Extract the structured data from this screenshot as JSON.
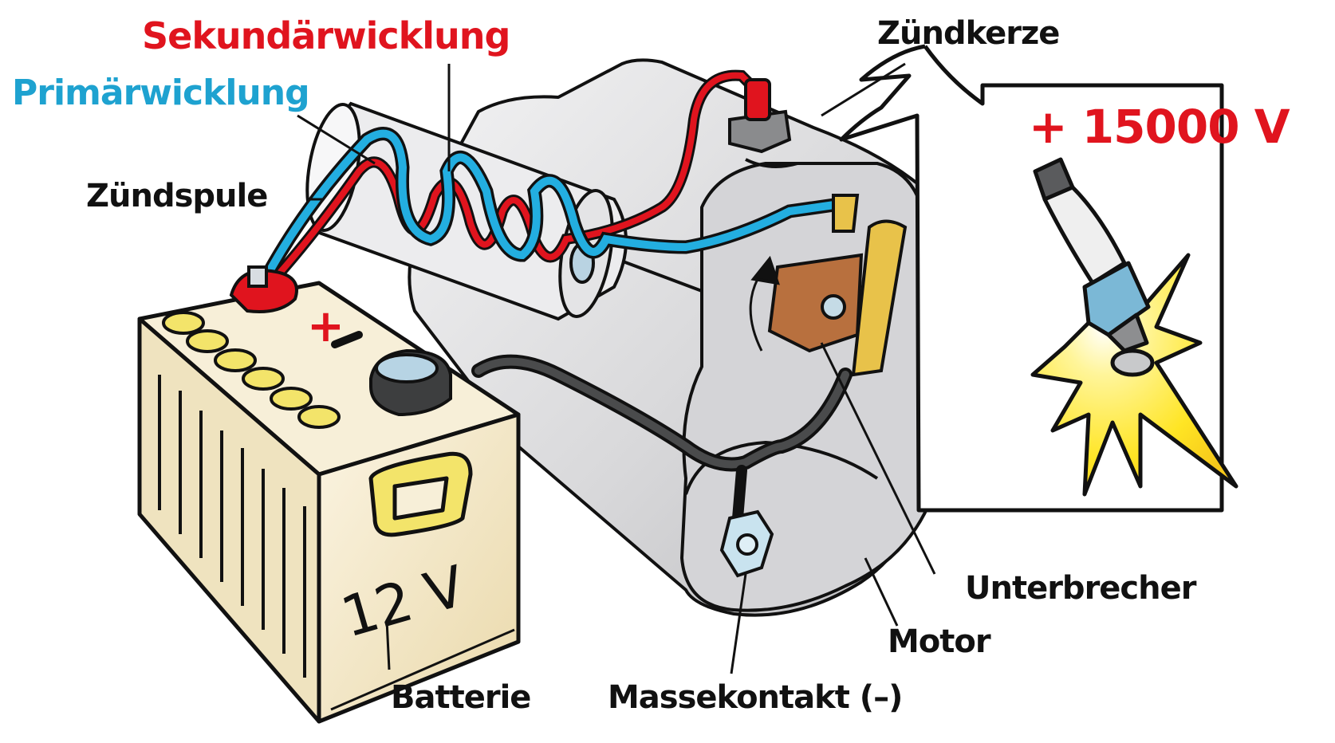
{
  "diagram": {
    "labels": {
      "secondary_winding": "Sekundärwicklung",
      "primary_winding": "Primärwicklung",
      "ignition_coil": "Zündspule",
      "spark_plug": "Zündkerze",
      "breaker": "Unterbrecher",
      "engine": "Motor",
      "battery": "Batterie",
      "ground_contact": "Massekontakt (–)"
    },
    "battery_voltage": "12 V",
    "spark_voltage": "+ 15000 V",
    "battery_plus_sign": "+",
    "battery_minus_sign": "–"
  },
  "colors": {
    "secondary": "#e0141e",
    "primary": "#1ea2d0",
    "engine_body": "#d9d9db",
    "battery_body": "#f1e6c8",
    "battery_caps": "#f3e46a",
    "ground_cable": "#3c3d3e",
    "breaker_cam": "#b8703e",
    "breaker_arm": "#e8c24a",
    "spark": "#ffe524",
    "outline": "#111111"
  }
}
